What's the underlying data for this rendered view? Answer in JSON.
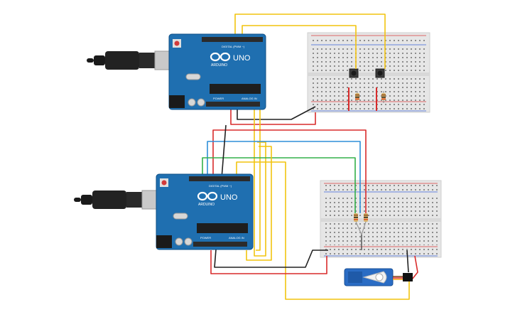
{
  "colors": {
    "board": "#1f6fb0",
    "board_dark": "#165a92",
    "board_edge": "#0f4f85",
    "header": "#2b2b2b",
    "chip": "#1e1e1e",
    "breadboard": "#e6e6e6",
    "breadboard_hole": "#8c8c8c",
    "rail_red": "#d93b3b",
    "rail_blue": "#3b63d9",
    "wire_yellow": "#f2c40f",
    "wire_red": "#d92b2b",
    "wire_black": "#222222",
    "wire_green": "#33b04a",
    "wire_blue": "#2f8fd9",
    "cable": "#1a1a1a",
    "usb_metal": "#c9c9c9",
    "servo_body": "#2a6cc4",
    "servo_arm": "#f2f2f2"
  },
  "board1": {
    "logo": "UNO",
    "brand": "ARDUINO",
    "digital_label": "DIGITAL (PWM ~)",
    "power_label": "POWER",
    "analog_label": "ANALOG IN"
  },
  "board2": {
    "logo": "UNO",
    "brand": "ARDUINO",
    "digital_label": "DIGITAL (PWM ~)",
    "power_label": "POWER",
    "analog_label": "ANALOG IN"
  },
  "icons": {
    "usb_cable": "usb-cable-icon",
    "reset_button": "reset-button-icon",
    "pushbutton": "pushbutton-icon",
    "resistor": "resistor-icon",
    "servo": "servo-icon"
  }
}
